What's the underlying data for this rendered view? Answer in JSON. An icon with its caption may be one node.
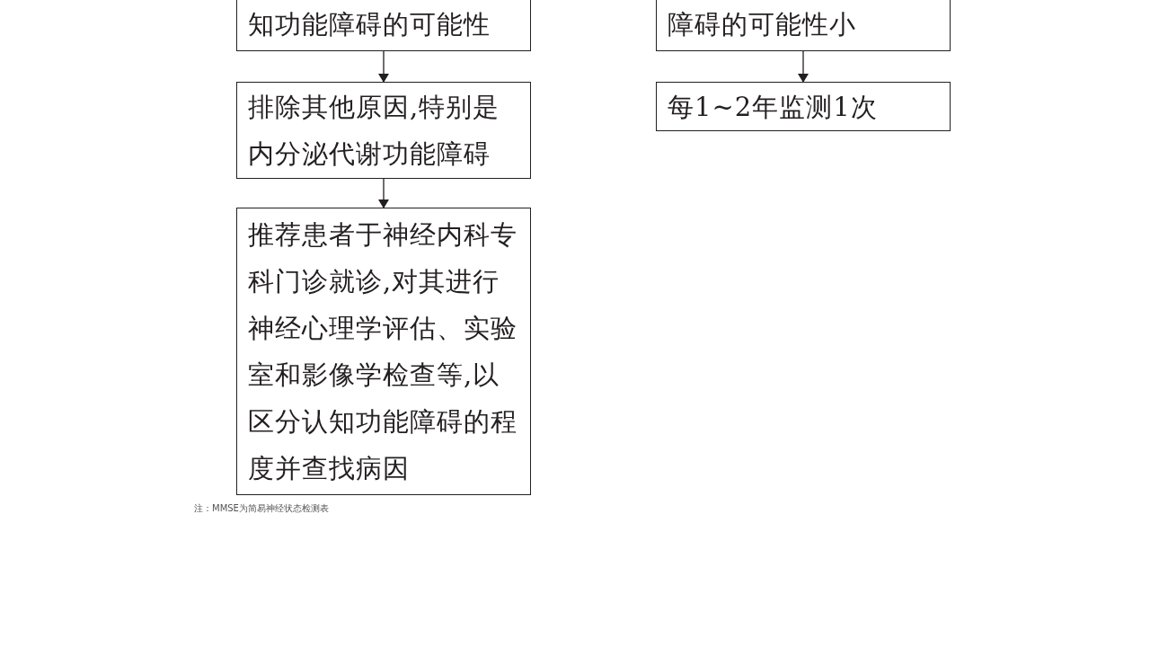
{
  "diagram": {
    "nodes": [
      {
        "text": [
          "知功能障碍的可能性"
        ]
      },
      {
        "text": [
          "排除其他原因,特别是内分泌代谢功能障碍"
        ]
      },
      {
        "text": [
          "推荐患者于神经内科专科门诊就诊,对其进行神经心理学评估、实验室和影像学检查等,以区分认知功能障碍的程度并查找病因"
        ]
      },
      {
        "text": [
          "障碍的可能性小"
        ]
      },
      {
        "text": [
          "每1~2年监测1次"
        ]
      }
    ],
    "edges": [
      {
        "from": 0,
        "to": 1,
        "arrow": "to"
      },
      {
        "from": 1,
        "to": 2,
        "arrow": "to"
      },
      {
        "from": 3,
        "to": 4,
        "arrow": "to"
      }
    ],
    "labels": [
      "注：MMSE为简易神经状态检测表"
    ]
  }
}
